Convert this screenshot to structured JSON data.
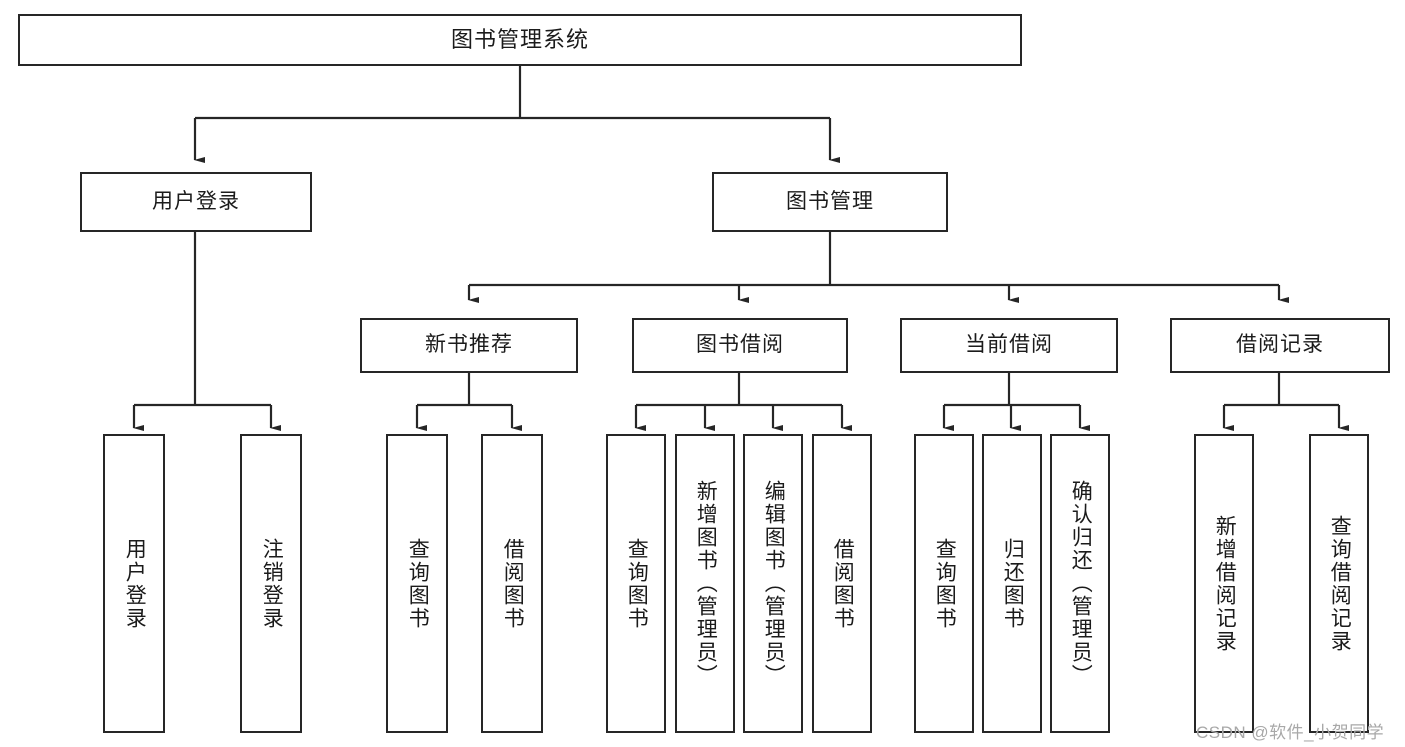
{
  "diagram": {
    "title": "图书管理系统",
    "type": "tree-hierarchy",
    "watermark": "CSDN @软件_小贺同学",
    "colors": {
      "stroke": "#262626",
      "fill": "#ffffff",
      "text": "#1b1b1b",
      "watermark": "#a8a8a8"
    },
    "nodes": {
      "root": {
        "label": "图书管理系统"
      },
      "level2": [
        {
          "label": "用户登录"
        },
        {
          "label": "图书管理"
        }
      ],
      "level3": [
        {
          "label": "新书推荐"
        },
        {
          "label": "图书借阅"
        },
        {
          "label": "当前借阅"
        },
        {
          "label": "借阅记录"
        }
      ],
      "leaves": {
        "user_login": [
          {
            "label": "用户登录"
          },
          {
            "label": "注销登录"
          }
        ],
        "new_book_recommend": [
          {
            "label": "查询图书"
          },
          {
            "label": "借阅图书"
          }
        ],
        "book_borrow": [
          {
            "label": "查询图书"
          },
          {
            "label": "新增图书（管理员）"
          },
          {
            "label": "编辑图书（管理员）"
          },
          {
            "label": "借阅图书"
          }
        ],
        "current_borrow": [
          {
            "label": "查询图书"
          },
          {
            "label": "归还图书"
          },
          {
            "label": "确认归还（管理员）"
          }
        ],
        "borrow_record": [
          {
            "label": "新增借阅记录"
          },
          {
            "label": "查询借阅记录"
          }
        ]
      }
    }
  }
}
